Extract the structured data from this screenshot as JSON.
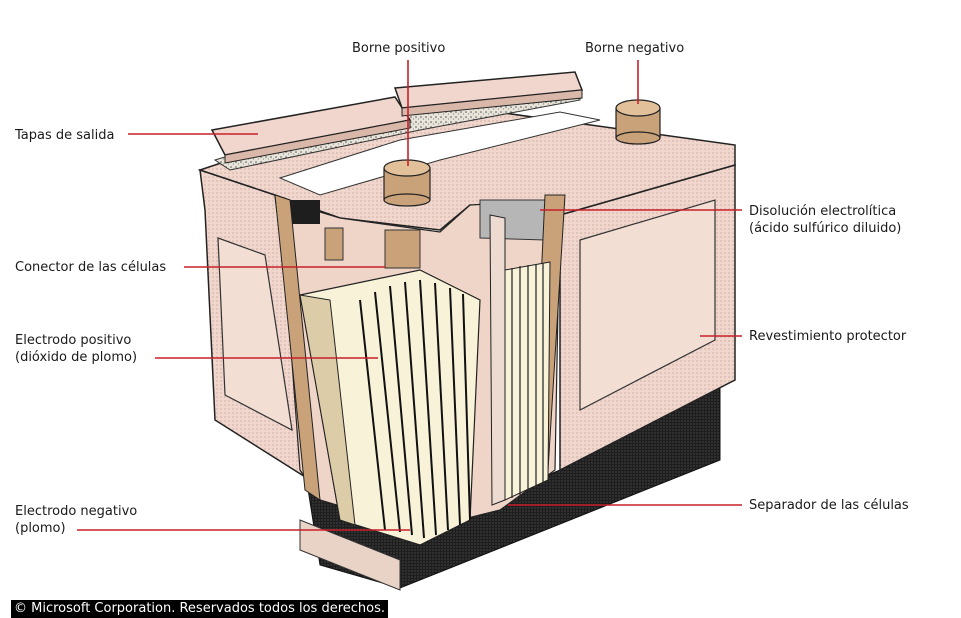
{
  "labels": {
    "borne_positivo": "Borne positivo",
    "borne_negativo": "Borne negativo",
    "tapas_salida": "Tapas de salida",
    "disolucion_l1": "Disolución electrolítica",
    "disolucion_l2": "(ácido sulfúrico diluido)",
    "conector": "Conector de las células",
    "electrodo_pos_l1": "Electrodo positivo",
    "electrodo_pos_l2": "(dióxido de plomo)",
    "revestimiento": "Revestimiento protector",
    "electrodo_neg_l1": "Electrodo negativo",
    "electrodo_neg_l2": "(plomo)",
    "separador": "Separador de las células"
  },
  "copyright": "© Microsoft Corporation. Reservados todos los derechos.",
  "colors": {
    "leader": "#c8202a",
    "casing": "#f0d6cc",
    "casing_shade": "#d9b8aa",
    "base": "#2a2a2a",
    "plate": "#f7f2d8",
    "terminal": "#c9a27a"
  }
}
